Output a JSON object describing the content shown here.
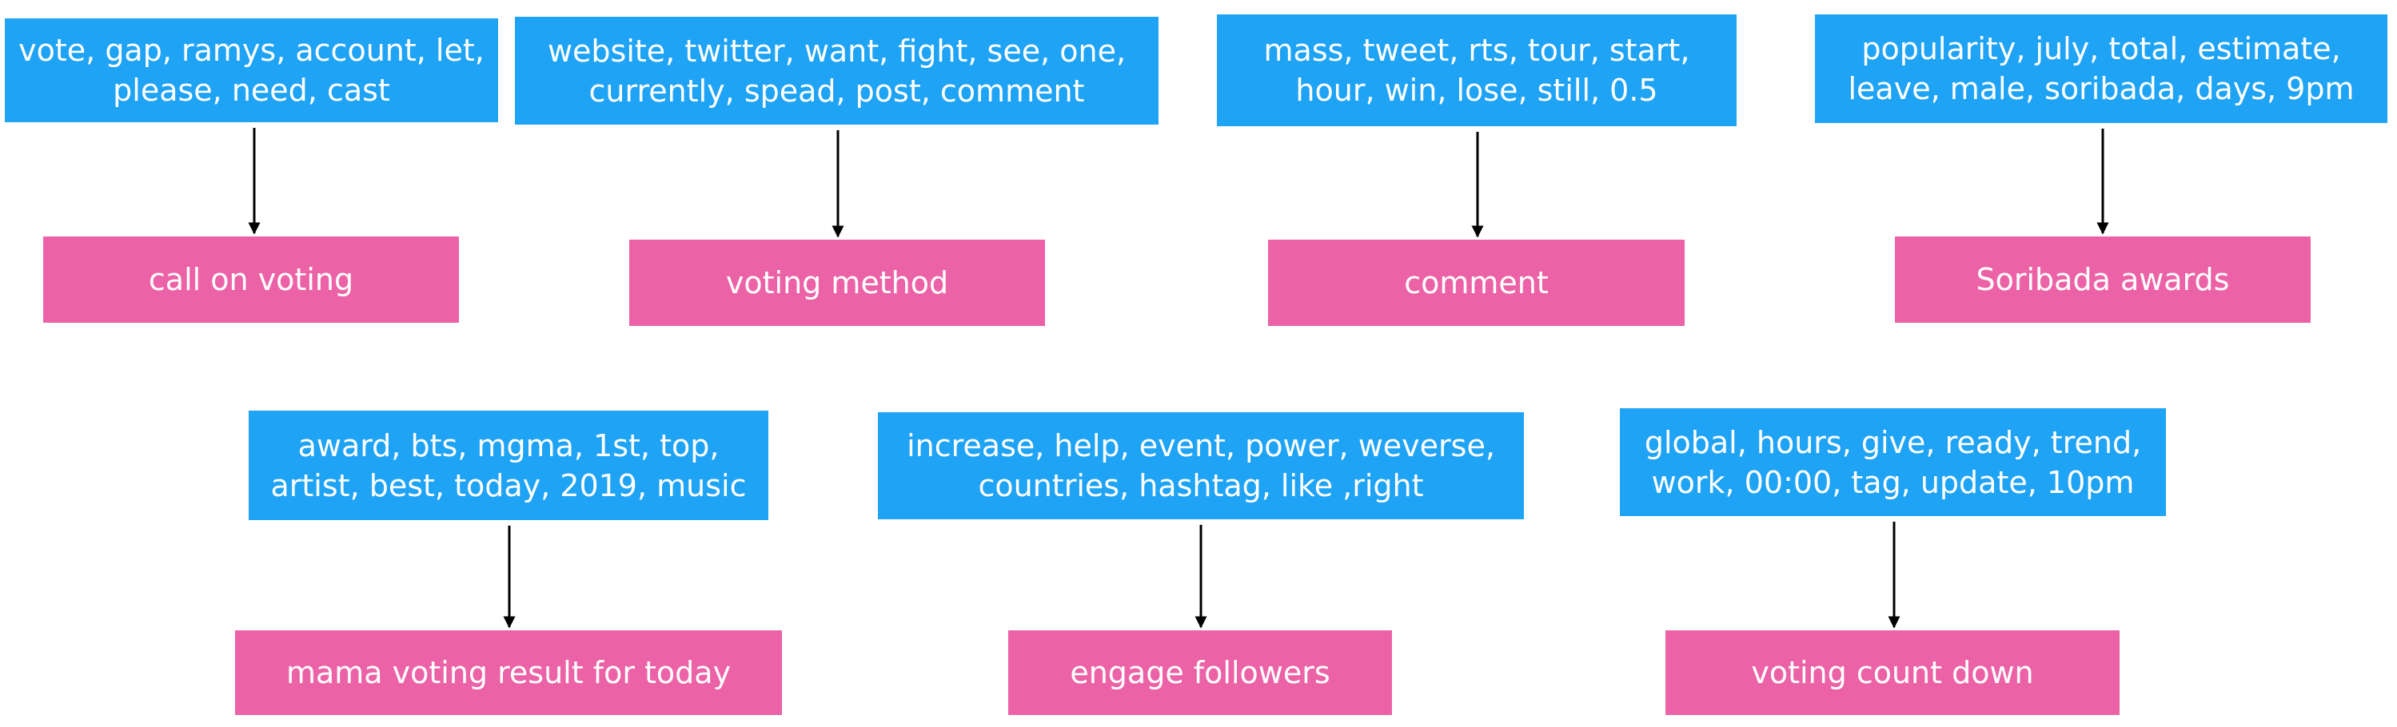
{
  "mappings": [
    {
      "keywords": [
        "vote, gap, ramys, account, let,",
        "please, need, cast"
      ],
      "topic": "call on voting"
    },
    {
      "keywords": [
        "website, twitter, want, fight, see, one,",
        "currently, spead, post, comment"
      ],
      "topic": "voting method"
    },
    {
      "keywords": [
        "mass, tweet, rts, tour, start,",
        "hour, win, lose, still, 0.5"
      ],
      "topic": "comment"
    },
    {
      "keywords": [
        "popularity, july, total, estimate,",
        "leave, male, soribada, days, 9pm"
      ],
      "topic": "Soribada awards"
    },
    {
      "keywords": [
        "award, bts, mgma, 1st, top,",
        "artist, best, today, 2019, music"
      ],
      "topic": "mama voting result for today"
    },
    {
      "keywords": [
        "increase, help, event, power, weverse,",
        "countries, hashtag, like ,right"
      ],
      "topic": "engage followers"
    },
    {
      "keywords": [
        "global, hours, give, ready, trend,",
        "work, 00:00, tag, update, 10pm"
      ],
      "topic": "voting count down"
    }
  ],
  "colors": {
    "keyword_box": "#1fa3f5",
    "topic_box": "#ec62a6",
    "text": "#ffffff",
    "arrow": "#000000"
  }
}
